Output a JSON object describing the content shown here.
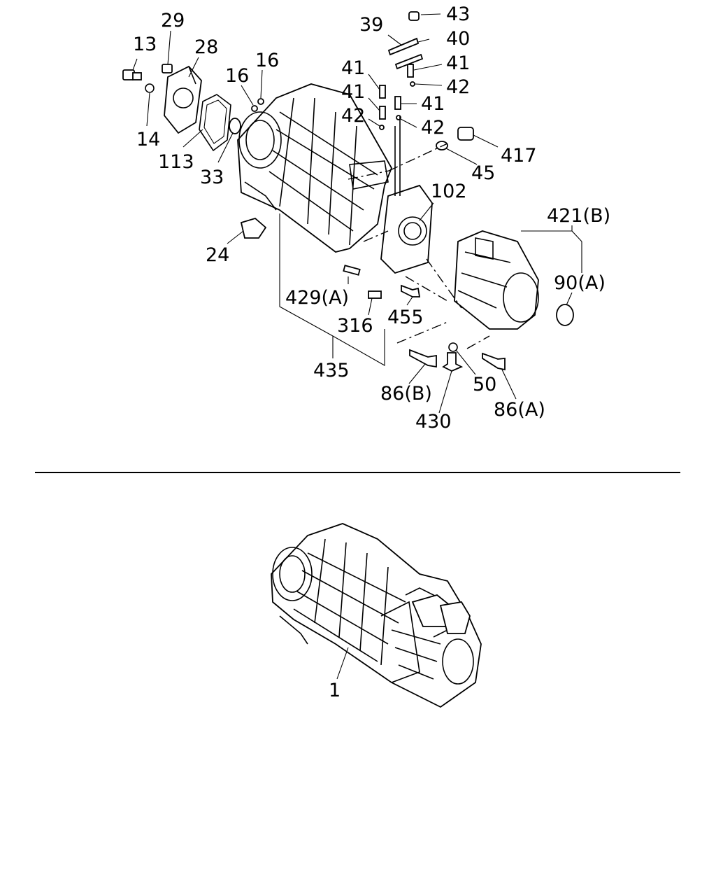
{
  "colors": {
    "line": "#000000",
    "background": "#ffffff"
  },
  "callouts": {
    "c1": "1",
    "c13": "13",
    "c14": "14",
    "c16a": "16",
    "c16b": "16",
    "c24": "24",
    "c28": "28",
    "c29": "29",
    "c33": "33",
    "c39": "39",
    "c40": "40",
    "c41a": "41",
    "c41b": "41",
    "c41c": "41",
    "c41d": "41",
    "c42a": "42",
    "c42b": "42",
    "c42c": "42",
    "c43": "43",
    "c45": "45",
    "c50": "50",
    "c86a": "86(A)",
    "c86b": "86(B)",
    "c90a": "90(A)",
    "c102": "102",
    "c113": "113",
    "c316": "316",
    "c417": "417",
    "c421b": "421(B)",
    "c429a": "429(A)",
    "c430": "430",
    "c435": "435",
    "c455": "455"
  }
}
